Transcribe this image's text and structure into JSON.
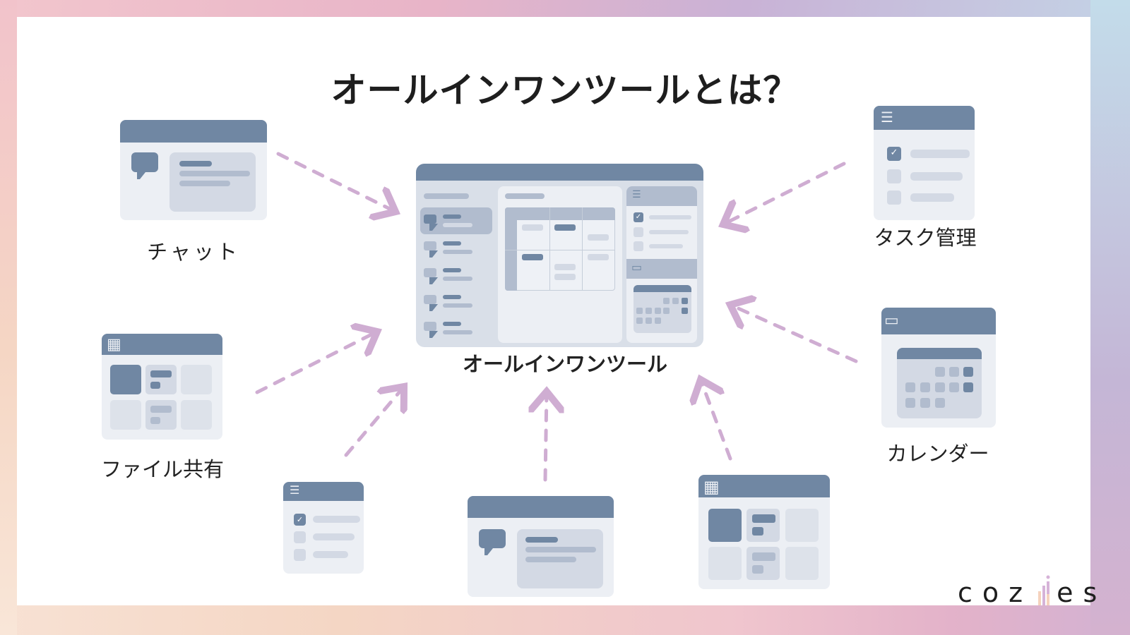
{
  "title": "オールインワンツールとは？",
  "center": {
    "label": "オールインワンツール"
  },
  "satellites": [
    {
      "id": "chat",
      "label": "チャット",
      "icon": "chat-bubble-icon"
    },
    {
      "id": "task",
      "label": "タスク管理",
      "icon": "checklist-icon"
    },
    {
      "id": "file",
      "label": "ファイル共有",
      "icon": "grid-icon"
    },
    {
      "id": "calendar",
      "label": "カレンダー",
      "icon": "calendar-icon"
    }
  ],
  "unlabeled_tiles": [
    {
      "id": "task-small",
      "icon": "checklist-icon"
    },
    {
      "id": "chat-small",
      "icon": "chat-bubble-icon"
    },
    {
      "id": "file-small",
      "icon": "grid-icon"
    }
  ],
  "arrows": {
    "color": "#cfadd2",
    "count": 7,
    "direction": "toward center"
  },
  "colors": {
    "window_bar": "#7087a3",
    "window_body": "#eceff4",
    "placeholder_mid": "#b1bcce",
    "placeholder_light": "#d3d9e4",
    "title_text": "#1e1e1e"
  },
  "logo": {
    "text_left": "coz",
    "text_right": "es"
  }
}
